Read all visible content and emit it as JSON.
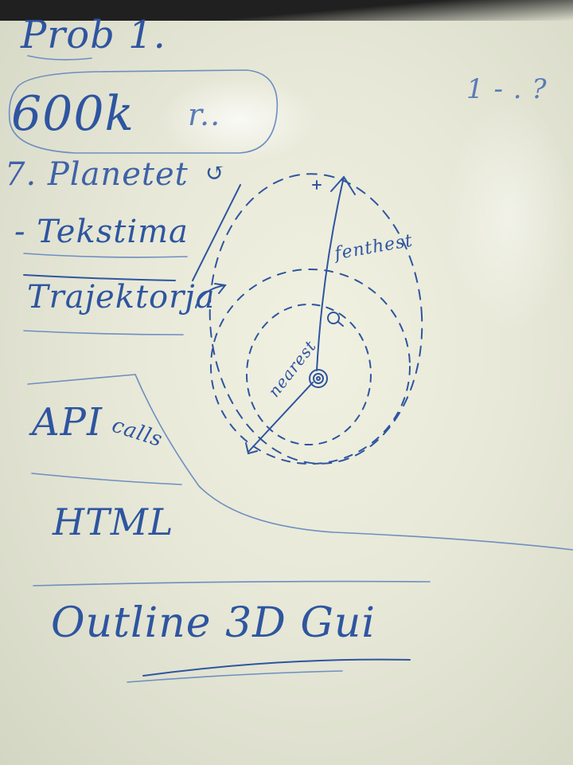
{
  "whiteboard": {
    "title": "Prob 1.",
    "figure": "600k",
    "figure_suffix": "r..",
    "corner_note": "1 - . ?",
    "list": [
      {
        "label": "7. Planetet",
        "mark": "↺"
      },
      {
        "label": "- Tekstima"
      },
      {
        "label": "Trajektorja"
      }
    ],
    "api_label": "API",
    "api_note": "calls",
    "html_label": "HTML",
    "outline_label": "Outline 3D Gui",
    "orbit_labels": {
      "vertical": "fenthest",
      "diagonal": "nearest"
    }
  },
  "colors": {
    "marker_ink": "#2e55a0",
    "board": "#ecede0"
  }
}
